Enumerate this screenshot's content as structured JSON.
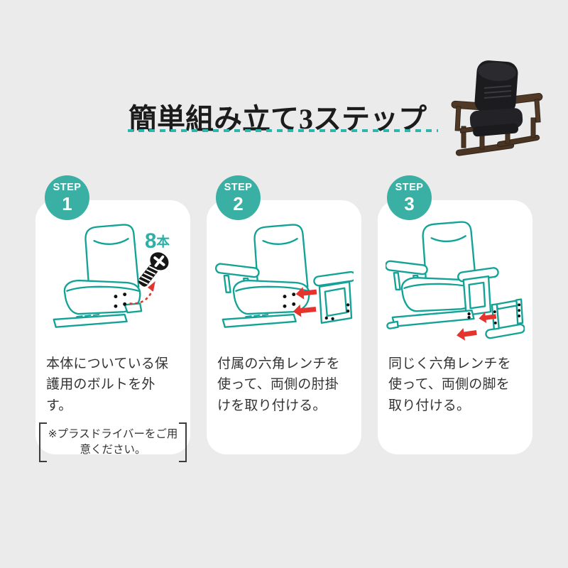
{
  "page": {
    "background_color": "#ebebeb"
  },
  "header": {
    "title": "簡単組み立て3ステップ",
    "divider_color": "#2eb6ac",
    "product_photo": "black-recliner-chair-photo"
  },
  "colors": {
    "badge_teal": "#3aafa4",
    "line_art_teal": "#12a396",
    "arrow_red": "#e5332d",
    "screw_black": "#161616",
    "text_dark": "#333333",
    "card_background": "#ffffff"
  },
  "steps": [
    {
      "badge_label": "STEP",
      "badge_number": "1",
      "description": "本体についている保護用のボルトを外す。",
      "note": "※プラスドライバーをご用意ください。",
      "screw_count": "8",
      "screw_count_unit": "本",
      "illustration": "seat-unit-with-protective-bolts-and-screw"
    },
    {
      "badge_label": "STEP",
      "badge_number": "2",
      "description": "付属の六角レンチを使って、両側の肘掛けを取り付ける。",
      "illustration": "attach-armrests-with-red-arrows"
    },
    {
      "badge_label": "STEP",
      "badge_number": "3",
      "description": "同じく六角レンチを使って、両側の脚を取り付ける。",
      "illustration": "attach-legs-with-red-arrows"
    }
  ]
}
